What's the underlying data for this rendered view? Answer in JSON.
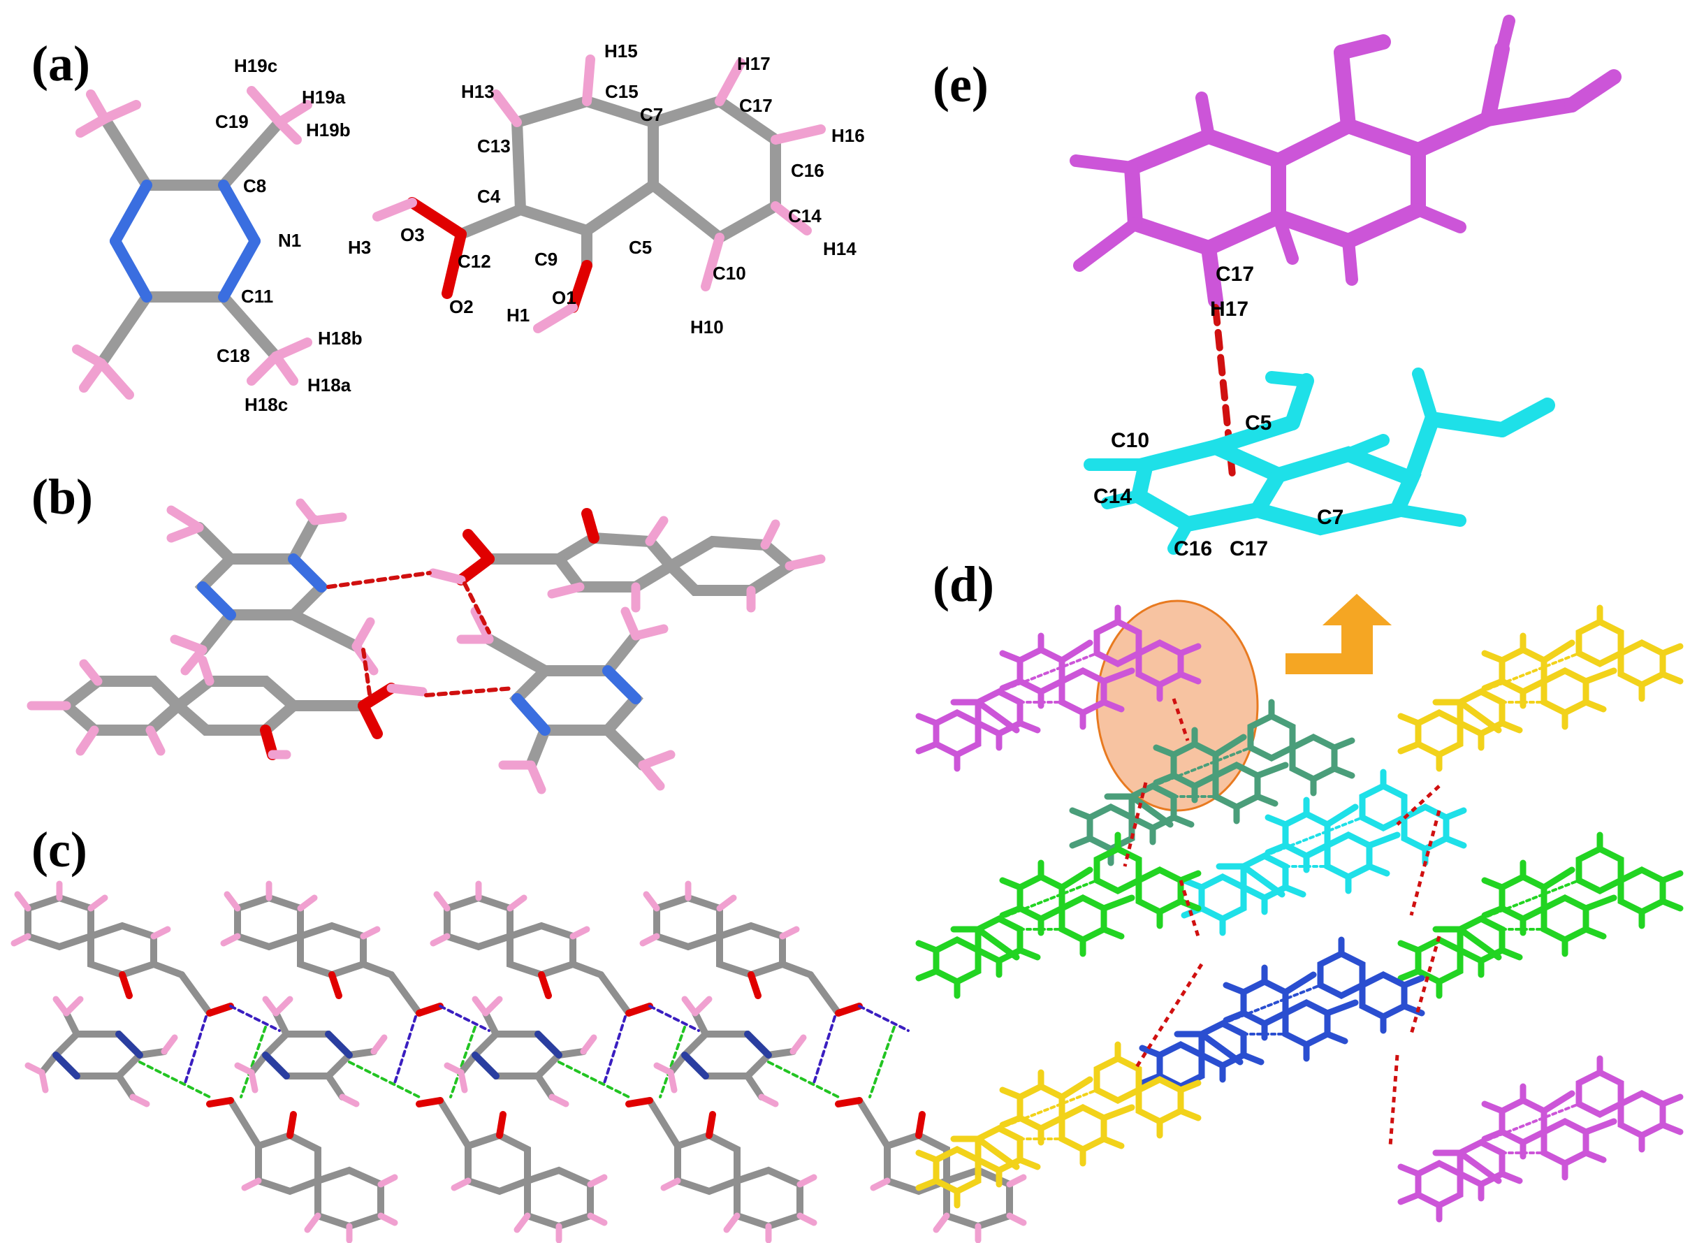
{
  "panels": {
    "a": "(a)",
    "b": "(b)",
    "c": "(c)",
    "d": "(d)",
    "e": "(e)"
  },
  "atom_labels_a": {
    "H19c": "H19c",
    "H19a": "H19a",
    "C19": "C19",
    "H19b": "H19b",
    "C8": "C8",
    "N1": "N1",
    "C11": "C11",
    "C18": "C18",
    "H18b": "H18b",
    "H18a": "H18a",
    "H18c": "H18c",
    "H15": "H15",
    "H17": "H17",
    "H13": "H13",
    "C15": "C15",
    "C7": "C7",
    "C17": "C17",
    "H16": "H16",
    "C13": "C13",
    "C16": "C16",
    "C4": "C4",
    "C14": "C14",
    "O3": "O3",
    "H3": "H3",
    "C12": "C12",
    "C9": "C9",
    "C5": "C5",
    "H14": "H14",
    "C10": "C10",
    "O2": "O2",
    "H1": "H1",
    "O1": "O1",
    "H10": "H10"
  },
  "atom_labels_e": {
    "C17a": "C17",
    "H17": "H17",
    "C5": "C5",
    "C10": "C10",
    "C14": "C14",
    "C7": "C7",
    "C16": "C16",
    "C17b": "C17"
  },
  "colors": {
    "carbon": "#a0a0a0",
    "hydrogen": "#f0a0d0",
    "nitrogen": "#3a6ee0",
    "oxygen": "#e00000",
    "hbond": "#d01010",
    "magenta": "#cc55d8",
    "cyan": "#1ee0e8",
    "green": "#22d422",
    "blue": "#2a4ed0",
    "yellow": "#f2d21a",
    "highlight": "#f6b890",
    "arrow": "#f5a623"
  }
}
